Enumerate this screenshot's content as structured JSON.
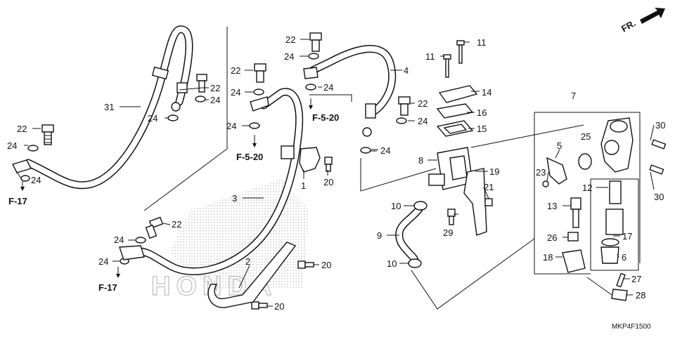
{
  "direction": "FR.",
  "diagram_code": "MKP4F1500",
  "refs": {
    "f17_top": "F-17",
    "f17_bottom": "F-17",
    "f520_left": "F-5-20",
    "f520_mid": "F-5-20"
  },
  "labels": {
    "l31": "31",
    "l22a": "22",
    "l24a": "24",
    "l24b": "24",
    "l24c": "24",
    "l22b": "22",
    "l24d": "24",
    "l22c": "22",
    "l24e": "24",
    "l24f": "24",
    "l3": "3",
    "l1": "1",
    "l20a": "20",
    "l22d": "22",
    "l24g": "24",
    "l24h": "24",
    "l4": "4",
    "l24i": "24",
    "l11a": "11",
    "l11b": "11",
    "l14": "14",
    "l22e": "22",
    "l16": "16",
    "l24j": "24",
    "l15": "15",
    "l24k": "24",
    "l8": "8",
    "l19": "19",
    "l21": "21",
    "l10a": "10",
    "l29": "29",
    "l9": "9",
    "l10b": "10",
    "l22f": "22",
    "l24l": "24",
    "l24m": "24",
    "l2": "2",
    "l20b": "20",
    "l20c": "20",
    "l7": "7",
    "l30a": "30",
    "l25": "25",
    "l5": "5",
    "l23": "23",
    "l12": "12",
    "l13": "13",
    "l17": "17",
    "l26": "26",
    "l6": "6",
    "l18": "18",
    "l27": "27",
    "l28": "28",
    "l30b": "30"
  },
  "watermark": "HONDA"
}
